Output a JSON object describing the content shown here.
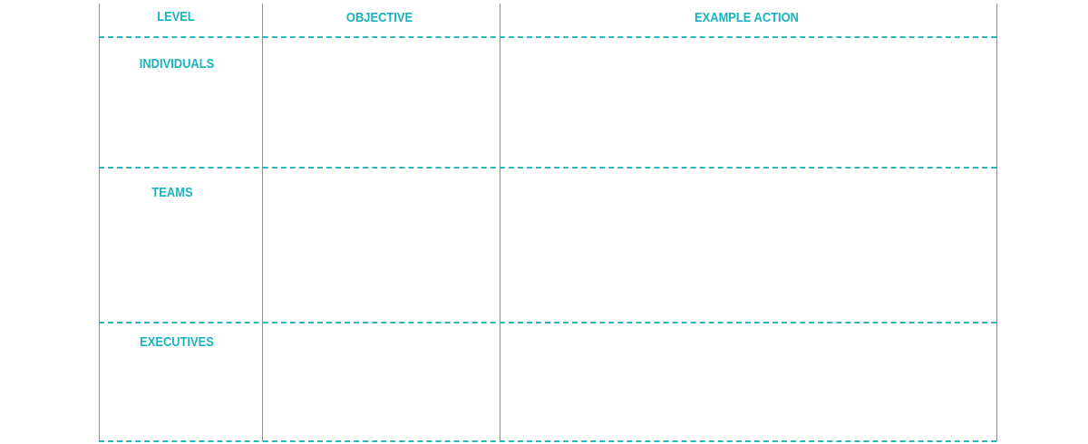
{
  "table": {
    "headers": {
      "level": "LEVEL",
      "objective": "OBJECTIVE",
      "example_action": "EXAMPLE ACTION"
    },
    "rows": [
      {
        "level": "INDIVIDUALS",
        "objective": "",
        "example_action": ""
      },
      {
        "level": "TEAMS",
        "objective": "",
        "example_action": ""
      },
      {
        "level": "EXECUTIVES",
        "objective": "",
        "example_action": ""
      }
    ]
  },
  "colors": {
    "accent": "#19b3bd",
    "rule": "#2bb5bd"
  }
}
